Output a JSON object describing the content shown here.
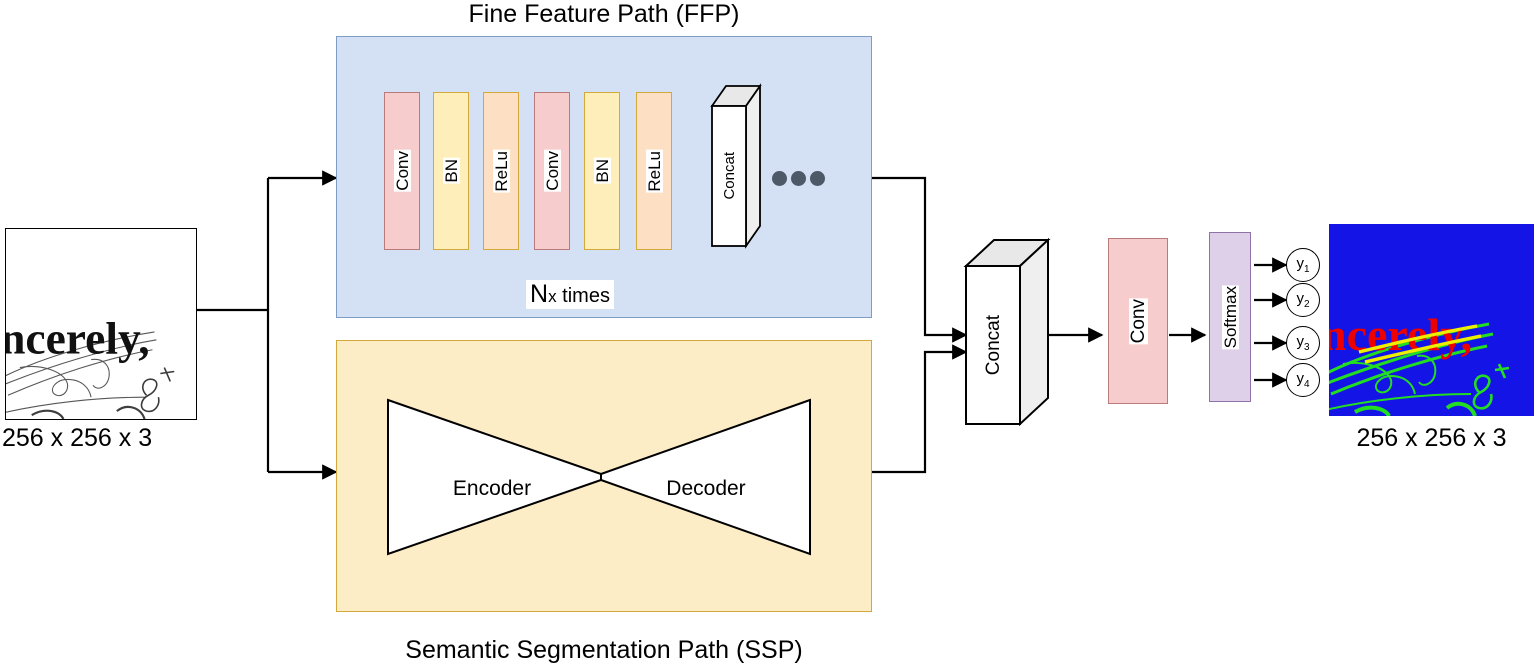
{
  "diagram": {
    "title_ffp": "Fine Feature Path (FFP)",
    "title_ssp": "Semantic Segmentation Path (SSP)"
  },
  "input": {
    "dim_label": "256 x 256 x 3",
    "content_text": "ncerely,",
    "handwriting_text": "8"
  },
  "output": {
    "dim_label": "256 x 256 x 3",
    "content_text": "ncerely,",
    "handwriting_text": "8",
    "colors": {
      "background": "#1414e6",
      "printed_text": "#ee0000",
      "handwriting": "#22dd22",
      "overlap": "#eeee00"
    }
  },
  "ffp": {
    "blocks": [
      {
        "label": "Conv",
        "kind": "conv"
      },
      {
        "label": "BN",
        "kind": "bn"
      },
      {
        "label": "ReLu",
        "kind": "relu"
      },
      {
        "label": "Conv",
        "kind": "conv"
      },
      {
        "label": "BN",
        "kind": "bn"
      },
      {
        "label": "ReLu",
        "kind": "relu"
      }
    ],
    "concat_label": "Concat",
    "repeat_label_main": "N",
    "repeat_label_sub": "x",
    "repeat_label_tail": " times",
    "ellipsis_dots": 3,
    "panel_color": "#d4e1f5"
  },
  "ssp": {
    "encoder_label": "Encoder",
    "decoder_label": "Decoder",
    "panel_color": "#fdedc7"
  },
  "head": {
    "concat_label": "Concat",
    "conv_label": "Conv",
    "softmax_label": "Softmax",
    "outputs": [
      {
        "base": "y",
        "sub": "1"
      },
      {
        "base": "y",
        "sub": "2"
      },
      {
        "base": "y",
        "sub": "3"
      },
      {
        "base": "y",
        "sub": "4"
      }
    ]
  },
  "palette": {
    "conv": "#f6cccc",
    "bn": "#fdeeba",
    "relu": "#fde0c4",
    "softmax": "#ddd0e8",
    "dots": "#4d5966",
    "wire": "#000000"
  }
}
